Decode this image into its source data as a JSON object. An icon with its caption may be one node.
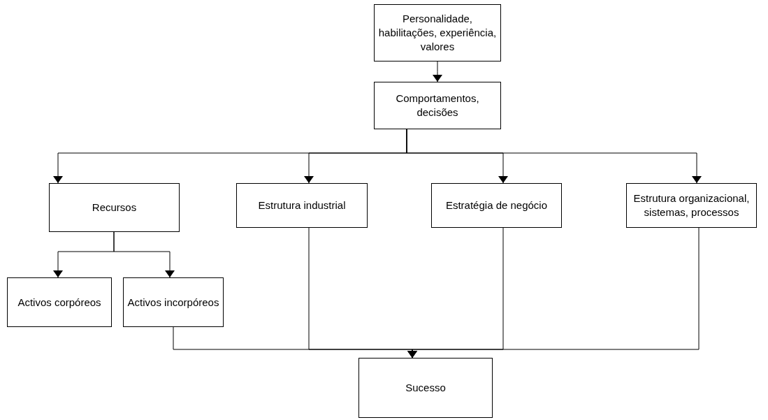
{
  "diagram": {
    "nodes": [
      {
        "text": [
          "Personalidade, habilitações, experiência, valores"
        ]
      },
      {
        "text": [
          "Comportamentos, decisões"
        ]
      },
      {
        "text": [
          "Recursos"
        ]
      },
      {
        "text": [
          "Estrutura industrial"
        ]
      },
      {
        "text": [
          "Estratégia de negócio"
        ]
      },
      {
        "text": [
          "Estrutura organizacional, sistemas, processos"
        ]
      },
      {
        "text": [
          "Activos corpóreos"
        ]
      },
      {
        "text": [
          "Activos incorpóreos"
        ]
      },
      {
        "text": [
          "Sucesso"
        ]
      }
    ],
    "edges": [
      {
        "from": 0,
        "to": 1,
        "arrow": "to"
      },
      {
        "from": 1,
        "to": 2,
        "arrow": "to"
      },
      {
        "from": 1,
        "to": 3,
        "arrow": "to"
      },
      {
        "from": 1,
        "to": 4,
        "arrow": "to"
      },
      {
        "from": 1,
        "to": 5,
        "arrow": "to"
      },
      {
        "from": 2,
        "to": 6,
        "arrow": "to"
      },
      {
        "from": 2,
        "to": 7,
        "arrow": "to"
      },
      {
        "from": 7,
        "to": 8,
        "arrow": "to"
      },
      {
        "from": 3,
        "to": 8,
        "arrow": "to"
      },
      {
        "from": 4,
        "to": 8,
        "arrow": "to"
      },
      {
        "from": 5,
        "to": 8,
        "arrow": "to"
      }
    ]
  }
}
